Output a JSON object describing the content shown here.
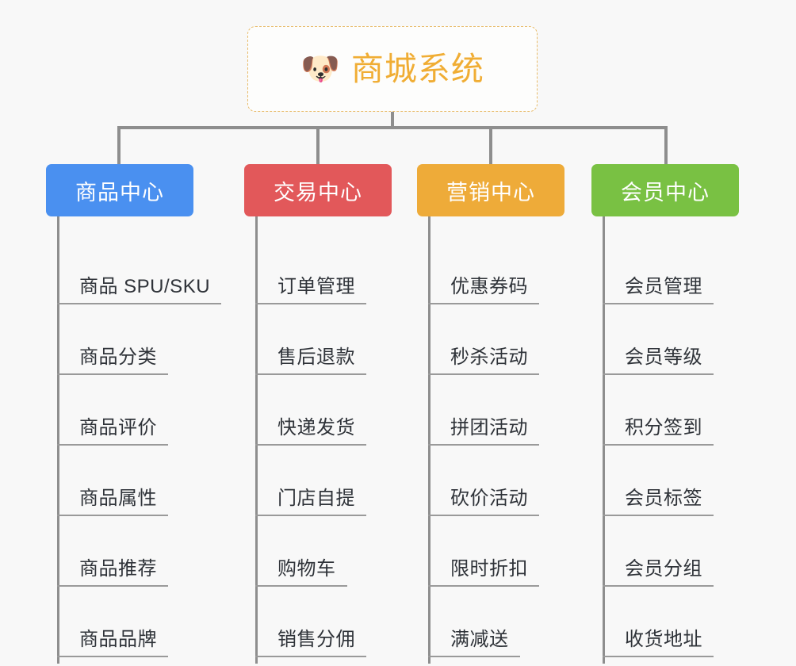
{
  "diagram": {
    "type": "mind-map",
    "background_color": "#f8f8f8",
    "connector_color": "#8e8e8e",
    "root": {
      "title": "商城系统",
      "icon": "shiba-dog-face-emoji",
      "emoji": "🐶",
      "text_color": "#f0ad34",
      "border_color": "#e8bb6a",
      "background_color": "#fdfdfc"
    },
    "branches": [
      {
        "label": "商品中心",
        "color": "#4a90f0",
        "items": [
          "商品 SPU/SKU",
          "商品分类",
          "商品评价",
          "商品属性",
          "商品推荐",
          "商品品牌"
        ]
      },
      {
        "label": "交易中心",
        "color": "#e2585a",
        "items": [
          "订单管理",
          "售后退款",
          "快递发货",
          "门店自提",
          "购物车",
          "销售分佣"
        ]
      },
      {
        "label": "营销中心",
        "color": "#eeab39",
        "items": [
          "优惠券码",
          "秒杀活动",
          "拼团活动",
          "砍价活动",
          "限时折扣",
          "满减送"
        ]
      },
      {
        "label": "会员中心",
        "color": "#79c143",
        "items": [
          "会员管理",
          "会员等级",
          "积分签到",
          "会员标签",
          "会员分组",
          "收货地址"
        ]
      }
    ]
  }
}
